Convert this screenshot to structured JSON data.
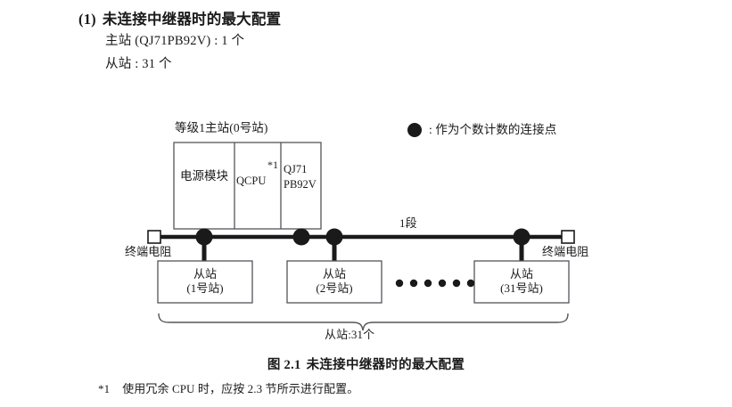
{
  "header": {
    "section_number": "(1)",
    "section_title": "未连接中继器时的最大配置",
    "spec_master": "主站 (QJ71PB92V) : 1 个",
    "spec_slave": "从站 : 31 个"
  },
  "legend": {
    "symbol": "filled-circle",
    "text": ": 作为个数计数的连接点"
  },
  "master_station": {
    "caption": "等级1主站(0号站)",
    "modules": [
      {
        "label": "电源模块"
      },
      {
        "label": "QCPU",
        "note_marker": "*1"
      },
      {
        "label_line1": "QJ71",
        "label_line2": "PB92V"
      }
    ]
  },
  "bus": {
    "segment_label": "1段",
    "terminator_left": "终端电阻",
    "terminator_right": "终端电阻",
    "connection_points": 4
  },
  "slaves": [
    {
      "line1": "从站",
      "line2": "(1号站)"
    },
    {
      "line1": "从站",
      "line2": "(2号站)"
    },
    {
      "line1": "从站",
      "line2": "(31号站)"
    }
  ],
  "ellipsis_dots": 6,
  "brace": {
    "label": "从站:31个"
  },
  "figure": {
    "caption_number": "图 2.1",
    "caption_text": "未连接中继器时的最大配置"
  },
  "footnote": {
    "mark": "*1",
    "text": "使用冗余 CPU 时，应按 2.3 节所示进行配置。"
  },
  "colors": {
    "line": "#1a1a1a",
    "box_border": "#55555a",
    "text": "#1a1a1a",
    "background": "#ffffff"
  }
}
